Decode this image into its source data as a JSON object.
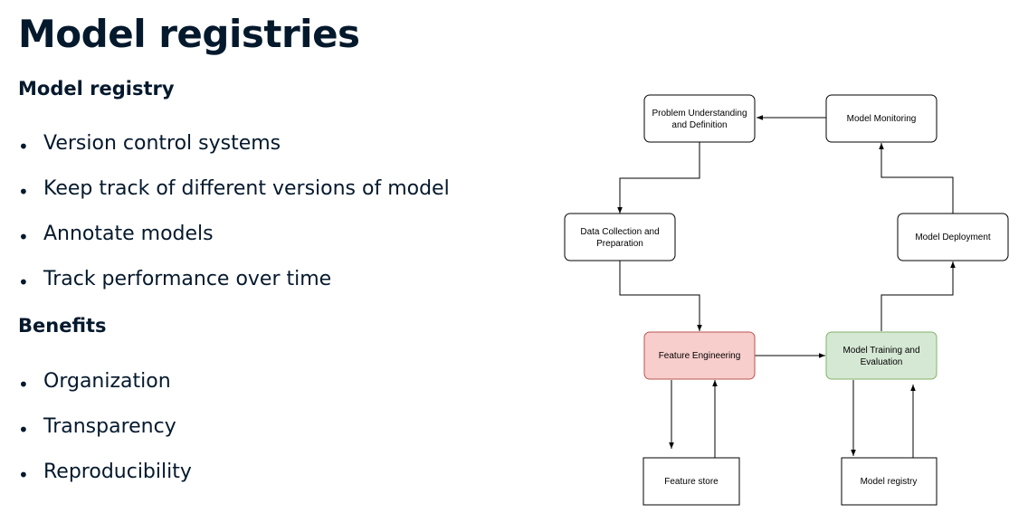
{
  "slide": {
    "title": "Model registries",
    "sections": [
      {
        "heading": "Model registry",
        "bullets": [
          "Version control systems",
          "Keep track of different versions of model",
          "Annotate models",
          "Track performance over time"
        ]
      },
      {
        "heading": "Benefits",
        "bullets": [
          "Organization",
          "Transparency",
          "Reproducibility"
        ]
      }
    ]
  },
  "diagram": {
    "nodes": {
      "problem": {
        "lines": [
          "Problem Understanding",
          "and Definition"
        ],
        "fill": "#ffffff"
      },
      "monitoring": {
        "lines": [
          "Model Monitoring"
        ],
        "fill": "#ffffff"
      },
      "data_collection": {
        "lines": [
          "Data Collection and",
          "Preparation"
        ],
        "fill": "#ffffff"
      },
      "deployment": {
        "lines": [
          "Model Deployment"
        ],
        "fill": "#ffffff"
      },
      "feature_engineering": {
        "lines": [
          "Feature Engineering"
        ],
        "fill": "#f8cecc"
      },
      "training": {
        "lines": [
          "Model Training and",
          "Evaluation"
        ],
        "fill": "#d5e8d4"
      },
      "feature_store": {
        "lines": [
          "Feature store"
        ],
        "fill": "#ffffff"
      },
      "model_registry": {
        "lines": [
          "Model registry"
        ],
        "fill": "#ffffff"
      }
    },
    "edges": [
      {
        "from": "monitoring",
        "to": "problem"
      },
      {
        "from": "problem",
        "to": "data_collection"
      },
      {
        "from": "data_collection",
        "to": "feature_engineering"
      },
      {
        "from": "feature_engineering",
        "to": "training"
      },
      {
        "from": "training",
        "to": "deployment"
      },
      {
        "from": "deployment",
        "to": "monitoring"
      },
      {
        "from": "feature_engineering",
        "to": "feature_store"
      },
      {
        "from": "feature_store",
        "to": "feature_engineering"
      },
      {
        "from": "training",
        "to": "model_registry"
      },
      {
        "from": "model_registry",
        "to": "training"
      }
    ]
  }
}
